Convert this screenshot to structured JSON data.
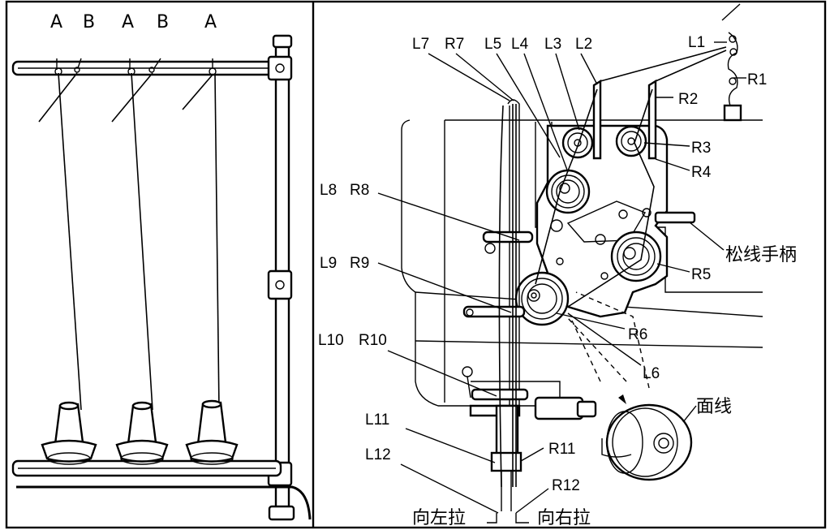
{
  "left_panel": {
    "top_labels": [
      "A",
      "B",
      "A",
      "B",
      "A"
    ]
  },
  "right_panel": {
    "top_labels": [
      "L7",
      "R7",
      "L5",
      "L4",
      "L3",
      "L2",
      "L1"
    ],
    "side_labels_left": [
      "L8",
      "R8",
      "L9",
      "R9",
      "L10",
      "R10",
      "L11",
      "L12"
    ],
    "side_labels_right": [
      "R1",
      "R2",
      "R3",
      "R4",
      "R5",
      "R6",
      "L6",
      "R11",
      "R12"
    ],
    "release_handle": "松线手柄",
    "face_thread": "面线",
    "pull_left": "向左拉",
    "pull_right": "向右拉"
  }
}
